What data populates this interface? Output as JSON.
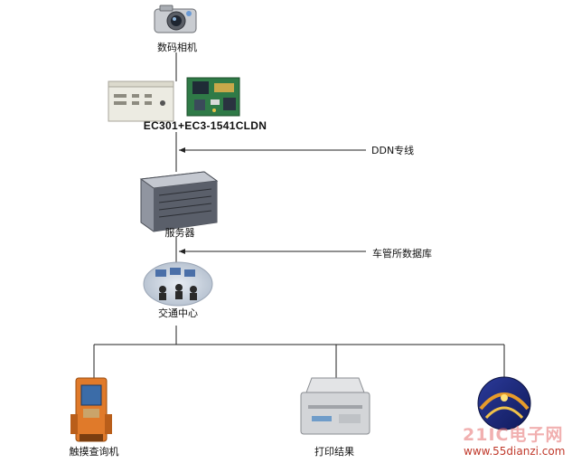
{
  "nodes": {
    "camera": "数码相机",
    "ec_board": "EC301+EC3-1541CLDN",
    "server": "服务器",
    "traffic_center": "交通中心",
    "kiosk": "触摸查询机",
    "printer": "打印结果"
  },
  "inputs": {
    "ddn": "DDN专线",
    "vehicle_db": "车管所数据库"
  },
  "watermark": {
    "logo": "21IC电子网",
    "url": "www.55dianzi.com"
  }
}
